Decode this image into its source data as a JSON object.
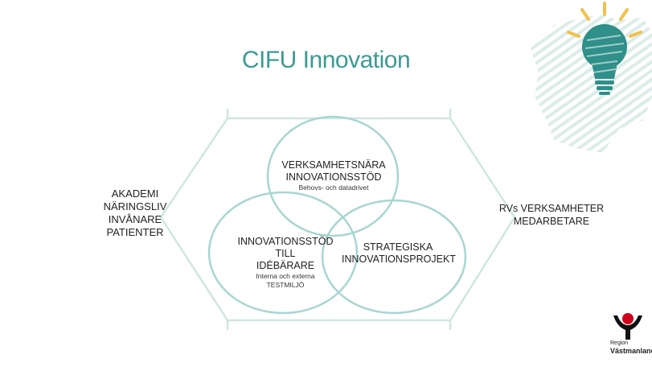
{
  "slide": {
    "title": "CIFU Innovation",
    "accent_color": "#3a9a94",
    "circle_stroke": "#a8d6d2",
    "hex_stroke": "#cfe6e3"
  },
  "left_labels": [
    "AKADEMI",
    "NÄRINGSLIV",
    "INVÅNARE",
    "PATIENTER"
  ],
  "right_labels": [
    "RVs VERKSAMHETER",
    "MEDARBETARE"
  ],
  "circles": {
    "top": {
      "title_line1": "VERKSAMHETSNÄRA",
      "title_line2": "INNOVATIONSSTÖD",
      "subtitle": "Behovs- och datadrivet"
    },
    "left": {
      "title_line1": "INNOVATIONSSTÖD TILL",
      "title_line2": "IDÉBÄRARE",
      "subtitle_line1": "Interna och externa",
      "subtitle_line2": "TESTMILJÖ"
    },
    "right": {
      "title_line1": "STRATEGISKA",
      "title_line2": "INNOVATIONSPROJEKT"
    }
  },
  "logo": {
    "line1": "Region",
    "line2": "Västmanland",
    "color_red": "#d0021b"
  },
  "icon": "lightbulb-map-icon"
}
